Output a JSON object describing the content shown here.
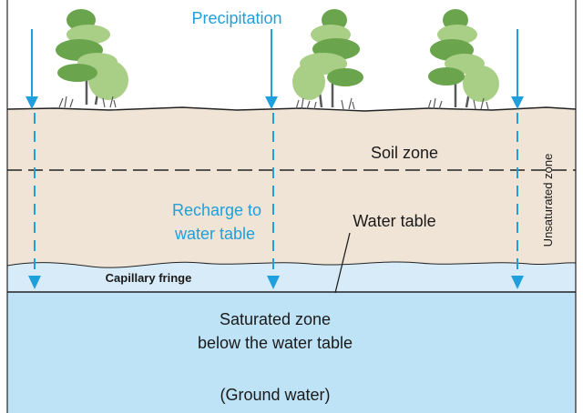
{
  "labels": {
    "precipitation": "Precipitation",
    "soil_zone": "Soil zone",
    "recharge_line1": "Recharge to",
    "recharge_line2": "water table",
    "water_table": "Water table",
    "capillary_fringe": "Capillary fringe",
    "unsaturated_zone": "Unsaturated zone",
    "saturated_line1": "Saturated zone",
    "saturated_line2": "below the water table",
    "ground_water": "(Ground water)"
  },
  "colors": {
    "soil": "#efe4d6",
    "capillary": "#d7ecf8",
    "saturated": "#bfe3f6",
    "arrow": "#1fa0dc",
    "text_blue": "#1fa0dc",
    "text_dark": "#1a1a1a",
    "tree_light": "#a9cf86",
    "tree_dark": "#6aa54e",
    "trunk": "#5a5a5a",
    "outline": "#222222"
  },
  "icons": {
    "tree": "tree-icon",
    "arrow": "down-arrow-icon"
  }
}
